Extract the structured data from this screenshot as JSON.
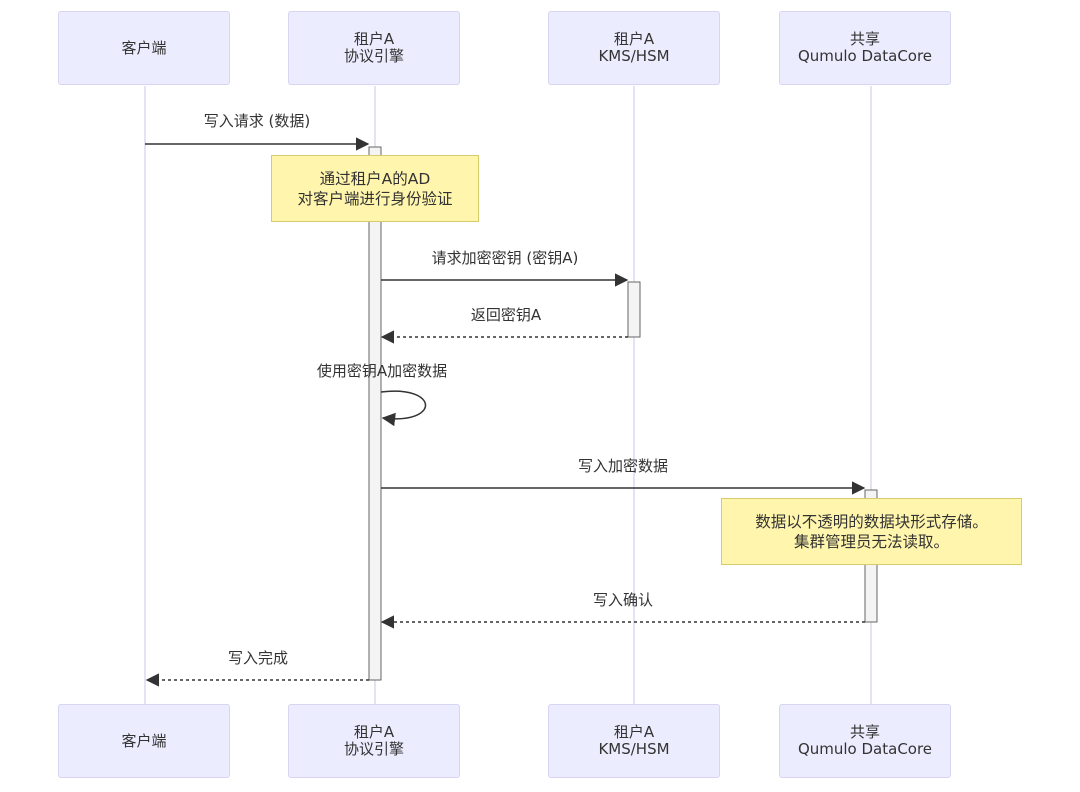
{
  "actors": [
    {
      "line1": "客户端",
      "line2": ""
    },
    {
      "line1": "租户A",
      "line2": "协议引擎"
    },
    {
      "line1": "租户A",
      "line2": "KMS/HSM"
    },
    {
      "line1": "共享",
      "line2": "Qumulo DataCore"
    }
  ],
  "messages": [
    {
      "label": "写入请求 (数据)"
    },
    {
      "label": "请求加密密钥 (密钥A)"
    },
    {
      "label": "返回密钥A"
    },
    {
      "label": "使用密钥A加密数据"
    },
    {
      "label": "写入加密数据"
    },
    {
      "label": "写入确认"
    },
    {
      "label": "写入完成"
    }
  ],
  "notes": [
    {
      "line1": "通过租户A的AD",
      "line2": "对客户端进行身份验证"
    },
    {
      "line1": "数据以不透明的数据块形式存储。",
      "line2": "集群管理员无法读取。"
    }
  ],
  "colors": {
    "actor_fill": "#ececff",
    "note_fill": "#fff5ad",
    "line": "#333333"
  }
}
